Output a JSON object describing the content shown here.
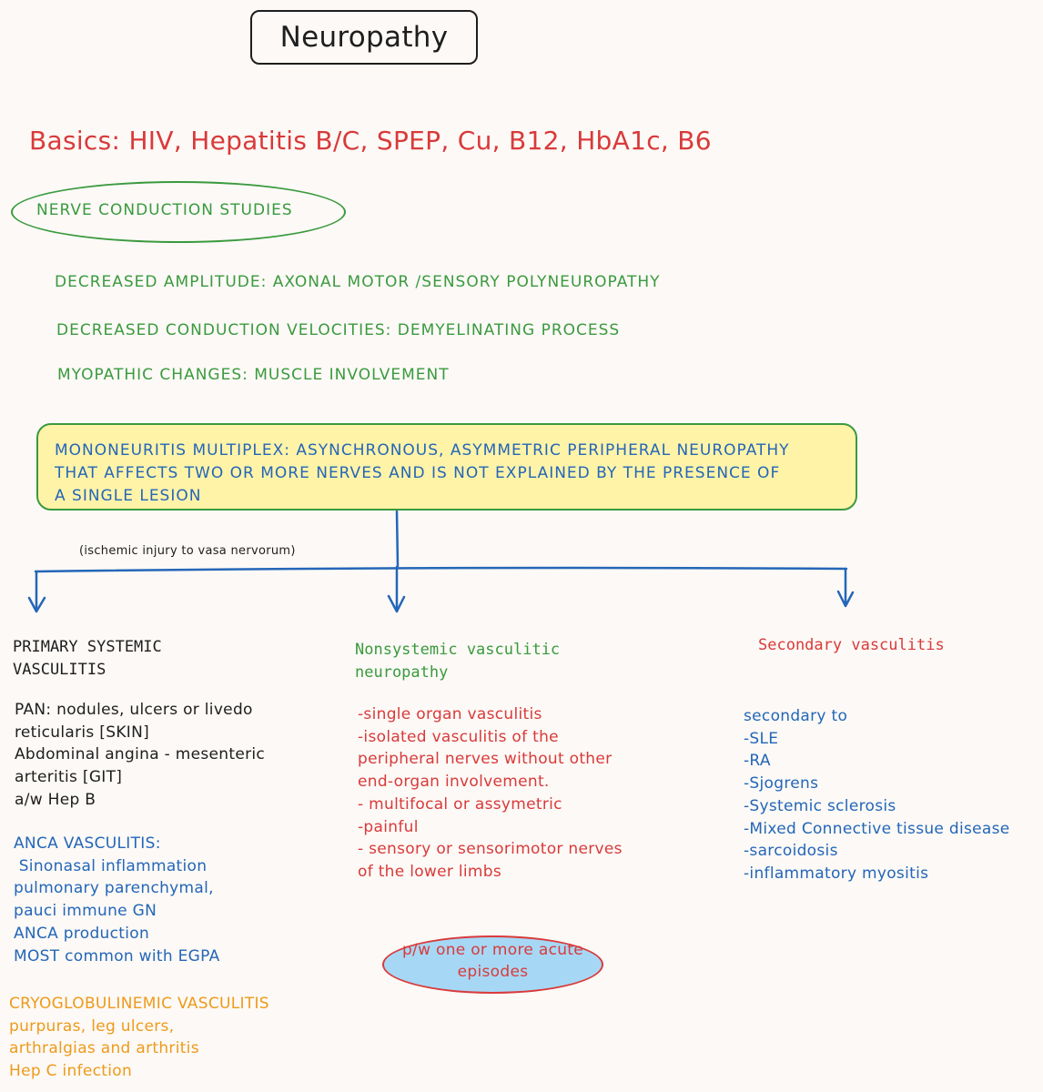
{
  "title": "Neuropathy",
  "basics": "Basics: HIV, Hepatitis B/C, SPEP, Cu, B12, HbA1c, B6",
  "ncs": {
    "label": "NERVE CONDUCTION STUDIES",
    "lines": [
      "DECREASED AMPLITUDE: AXONAL MOTOR /SENSORY POLYNEUROPATHY",
      "DECREASED CONDUCTION VELOCITIES: DEMYELINATING PROCESS",
      "MYOPATHIC CHANGES: MUSCLE INVOLVEMENT"
    ]
  },
  "mononeuritis": {
    "lines": [
      "MONONEURITIS MULTIPLEX: ASYNCHRONOUS, ASYMMETRIC PERIPHERAL NEUROPATHY",
      "THAT AFFECTS TWO OR MORE NERVES AND IS NOT EXPLAINED BY THE PRESENCE OF",
      "A SINGLE LESION"
    ]
  },
  "ischemic_note": "(ischemic injury to vasa nervorum)",
  "primary": {
    "heading": [
      "PRIMARY SYSTEMIC",
      "VASCULITIS"
    ],
    "pan": [
      "PAN: nodules, ulcers or livedo",
      "reticularis [SKIN]",
      "Abdominal angina - mesenteric",
      "arteritis [GIT]",
      "a/w Hep B"
    ],
    "anca": [
      "ANCA VASCULITIS:",
      " Sinonasal inflammation",
      "pulmonary parenchymal,",
      "pauci immune GN",
      "ANCA production",
      "MOST common with EGPA"
    ],
    "cryo": [
      "CRYOGLOBULINEMIC VASCULITIS",
      "purpuras, leg ulcers,",
      "arthralgias and arthritis",
      "Hep C infection"
    ]
  },
  "nonsystemic": {
    "heading": [
      "Nonsystemic vasculitic",
      "neuropathy"
    ],
    "lines": [
      "-single organ vasculitis",
      "-isolated vasculitis of the",
      "peripheral nerves without other",
      "end-organ involvement.",
      "- multifocal or assymetric",
      "-painful",
      "- sensory or sensorimotor nerves",
      "of the lower limbs"
    ],
    "episodes": "p/w one or more acute episodes"
  },
  "secondary": {
    "heading": "Secondary vasculitis",
    "lines": [
      "secondary to",
      "-SLE",
      "-RA",
      "-Sjogrens",
      "-Systemic sclerosis",
      "-Mixed Connective tissue disease",
      "-sarcoidosis",
      "-inflammatory myositis"
    ]
  },
  "colors": {
    "red": "#d93a3a",
    "green": "#3a9a3e",
    "blue": "#2466b8",
    "orange": "#ee9a1a",
    "yellow_box": "#fff3a8",
    "light_blue_oval": "#a6d8f5"
  }
}
